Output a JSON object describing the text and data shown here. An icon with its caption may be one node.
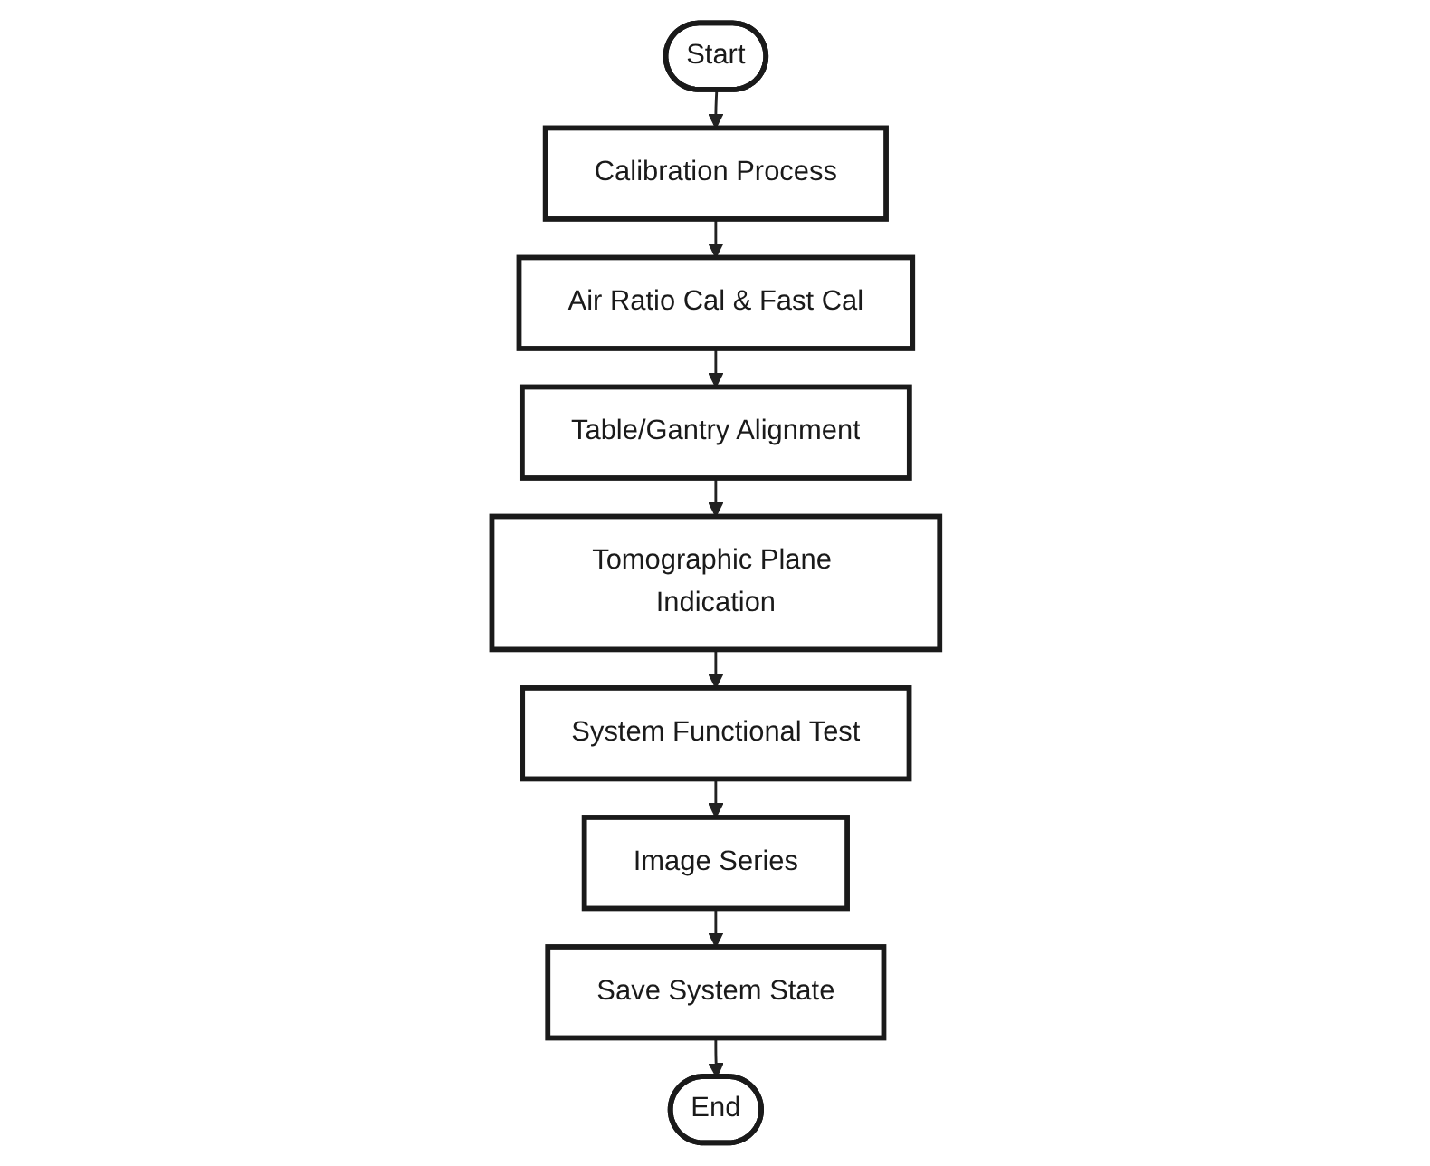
{
  "diagram": {
    "nodes": [
      {
        "text": [
          "Start"
        ]
      },
      {
        "text": [
          "Calibration Process"
        ]
      },
      {
        "text": [
          "Air Ratio Cal & Fast Cal"
        ]
      },
      {
        "text": [
          "Table/Gantry Alignment"
        ]
      },
      {
        "text": [
          "Tomographic Plane Indication"
        ]
      },
      {
        "text": [
          "System Functional Test"
        ]
      },
      {
        "text": [
          "Image Series"
        ]
      },
      {
        "text": [
          "Save System State"
        ]
      },
      {
        "text": [
          "End"
        ]
      }
    ],
    "edges": [
      {
        "from": 0,
        "to": 1,
        "arrow": "to"
      },
      {
        "from": 1,
        "to": 2,
        "arrow": "to"
      },
      {
        "from": 2,
        "to": 3,
        "arrow": "to"
      },
      {
        "from": 3,
        "to": 4,
        "arrow": "to"
      },
      {
        "from": 4,
        "to": 5,
        "arrow": "to"
      },
      {
        "from": 5,
        "to": 6,
        "arrow": "to"
      },
      {
        "from": 6,
        "to": 7,
        "arrow": "to"
      },
      {
        "from": 7,
        "to": 8,
        "arrow": "to"
      }
    ]
  }
}
